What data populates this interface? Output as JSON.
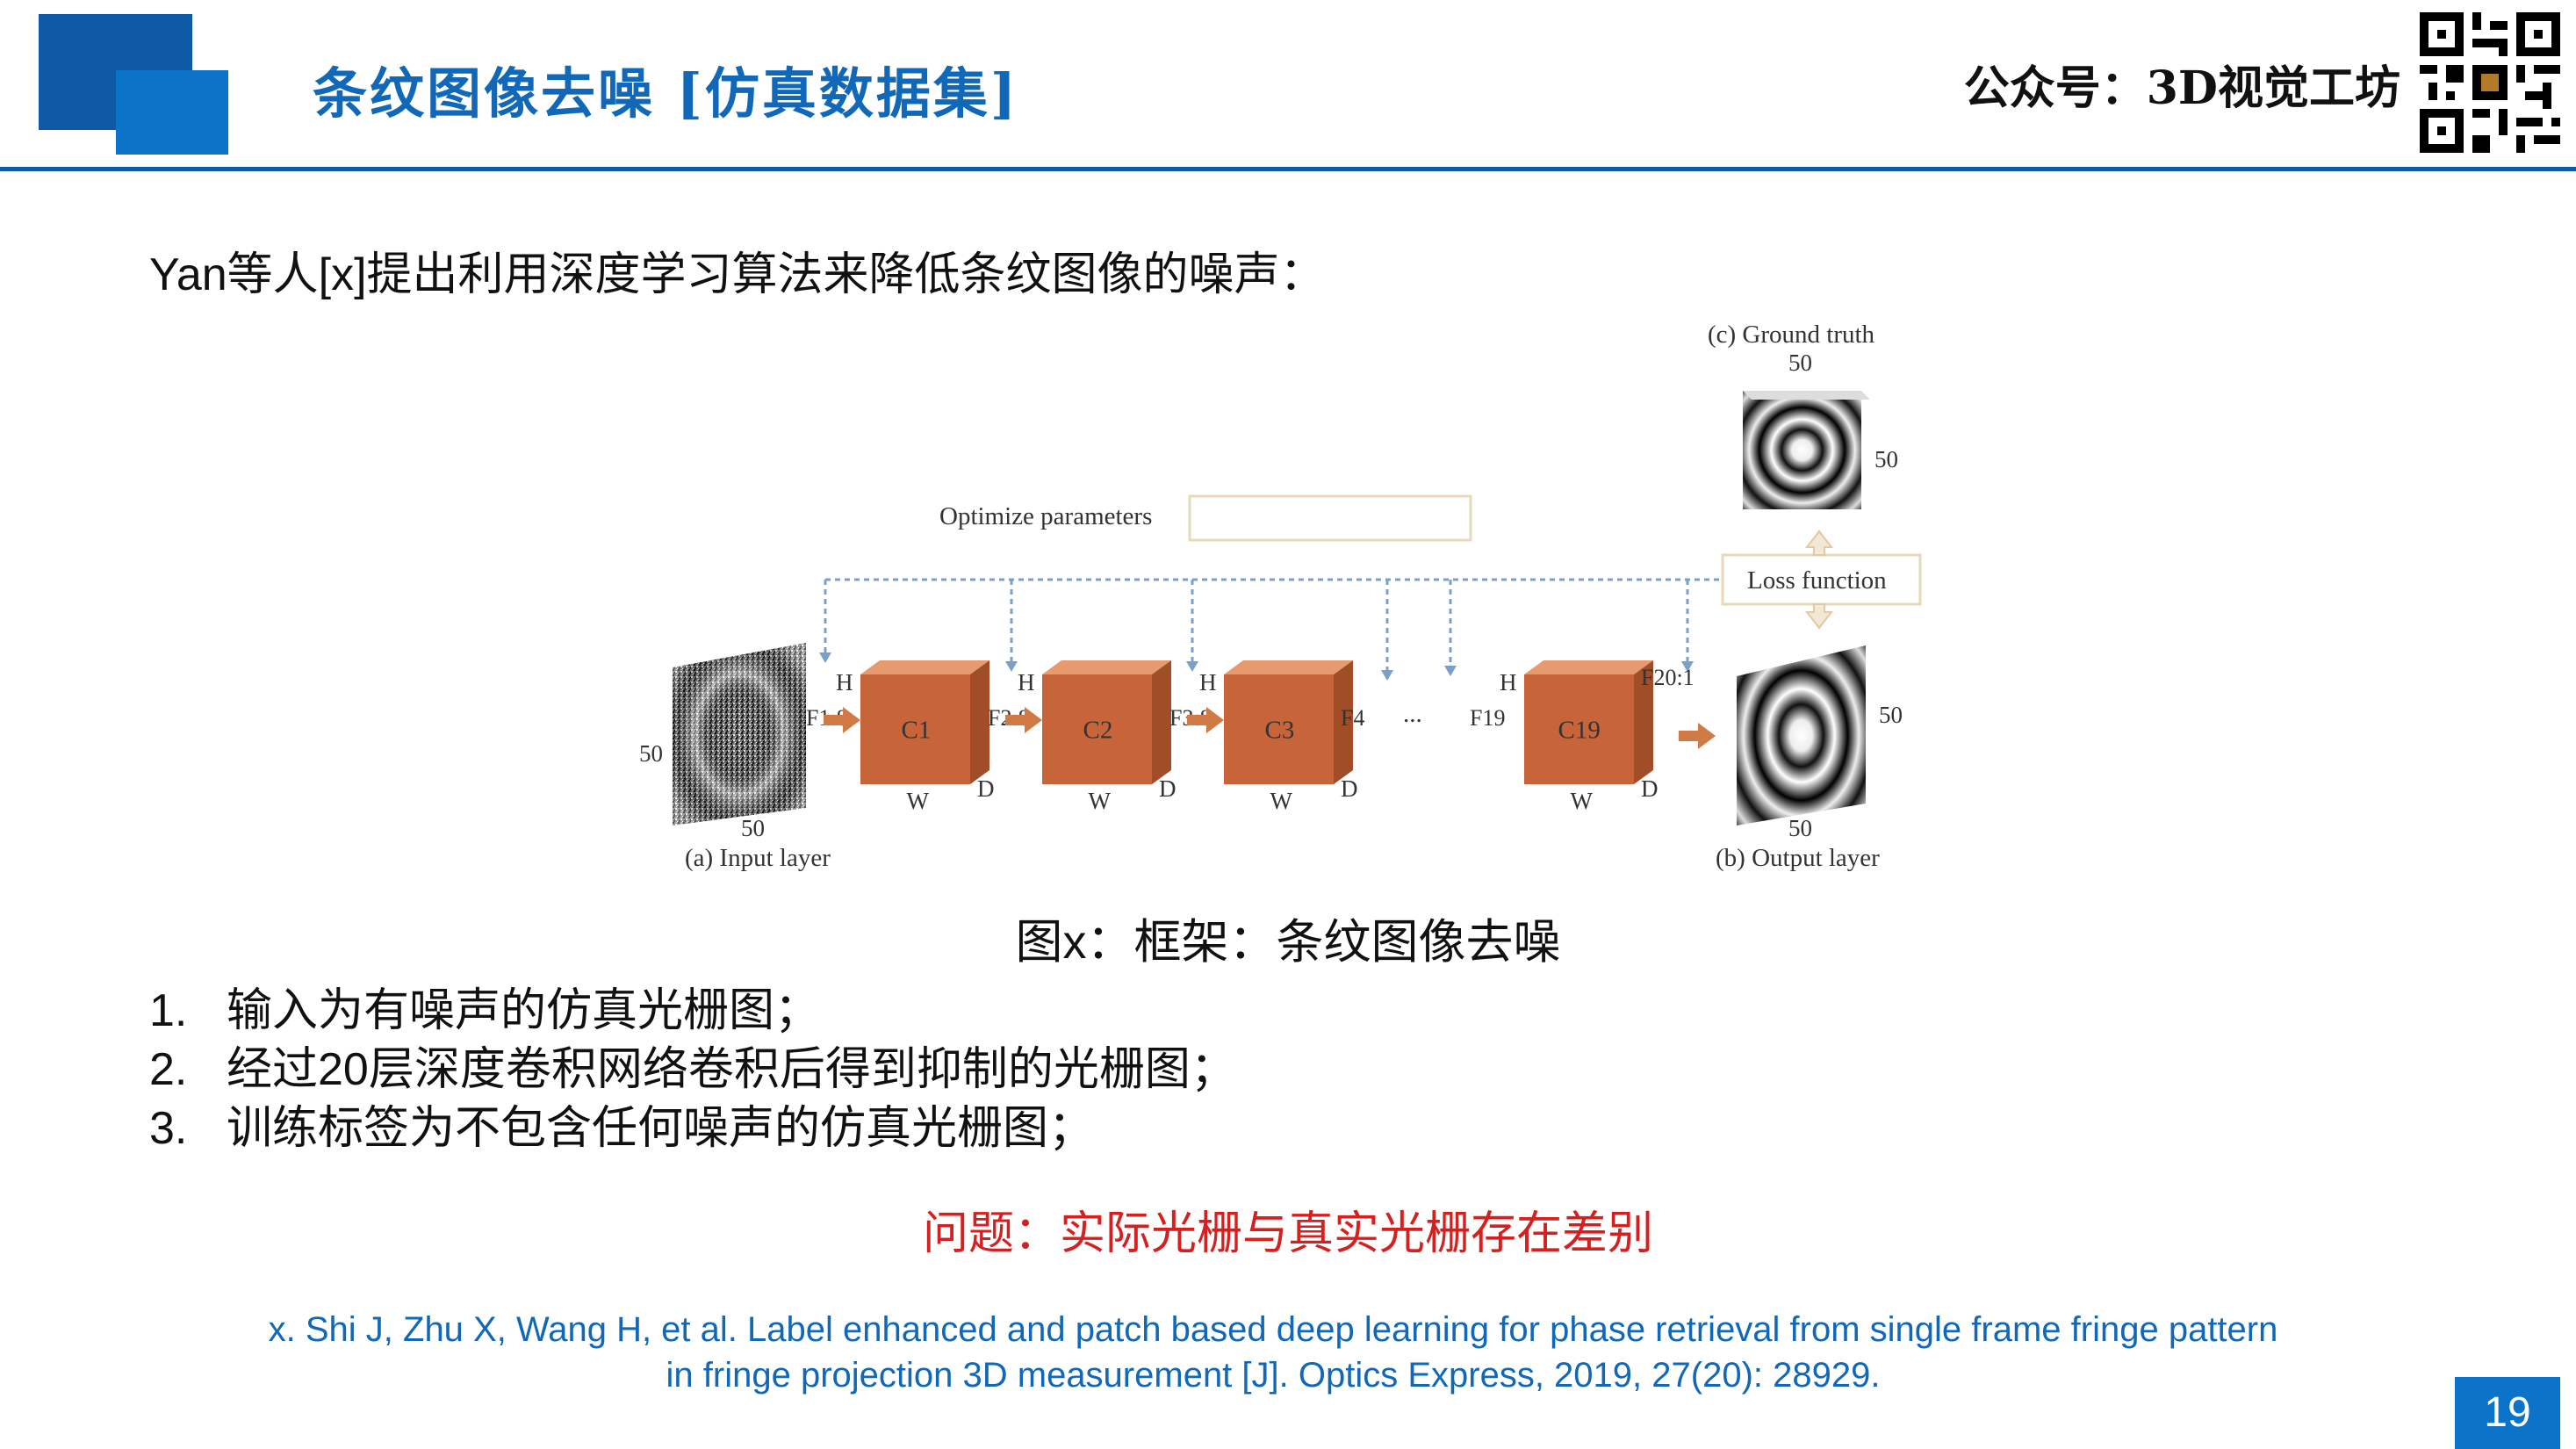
{
  "header": {
    "title": "条纹图像去噪 [仿真数据集]",
    "account": "公众号：3D视觉工坊",
    "accent_color": "#0f5aa6"
  },
  "intro": "Yan等人[x]提出利用深度学习算法来降低条纹图像的噪声：",
  "figure": {
    "optimize": "Optimize parameters",
    "loss": "Loss function",
    "ground_truth": "(c) Ground truth",
    "input_label": "(a) Input layer",
    "output_label": "(b) Output layer",
    "dim": "50",
    "ellipsis": "...",
    "h": "H",
    "w": "W",
    "d": "D",
    "blocks": [
      {
        "name": "C1",
        "fin": "F1:8",
        "fout": ""
      },
      {
        "name": "C2",
        "fin": "F2:8",
        "fout": ""
      },
      {
        "name": "C3",
        "fin": "F3:8",
        "fout": "F4"
      },
      {
        "name": "C19",
        "fin": "F19",
        "fout": "F20:1"
      }
    ]
  },
  "caption": "图x：框架：条纹图像去噪",
  "list": [
    {
      "num": "1.",
      "text": "输入为有噪声的仿真光栅图；"
    },
    {
      "num": "2.",
      "text": "经过20层深度卷积网络卷积后得到抑制的光栅图；"
    },
    {
      "num": "3.",
      "text": "训练标签为不包含任何噪声的仿真光栅图；"
    }
  ],
  "problem": "问题：实际光栅与真实光栅存在差别",
  "reference": {
    "line1": "x. Shi  J,  Zhu  X,  Wang  H,  et  al.  Label  enhanced  and  patch  based deep learning for phase retrieval from single frame fringe pattern",
    "line2": "in fringe projection 3D measurement [J]. Optics Express, 2019, 27(20): 28929."
  },
  "page_number": "19",
  "colors": {
    "block": "#c8643a",
    "block_top": "#e79a6e",
    "block_side": "#a04d28",
    "problem": "#d62020"
  }
}
